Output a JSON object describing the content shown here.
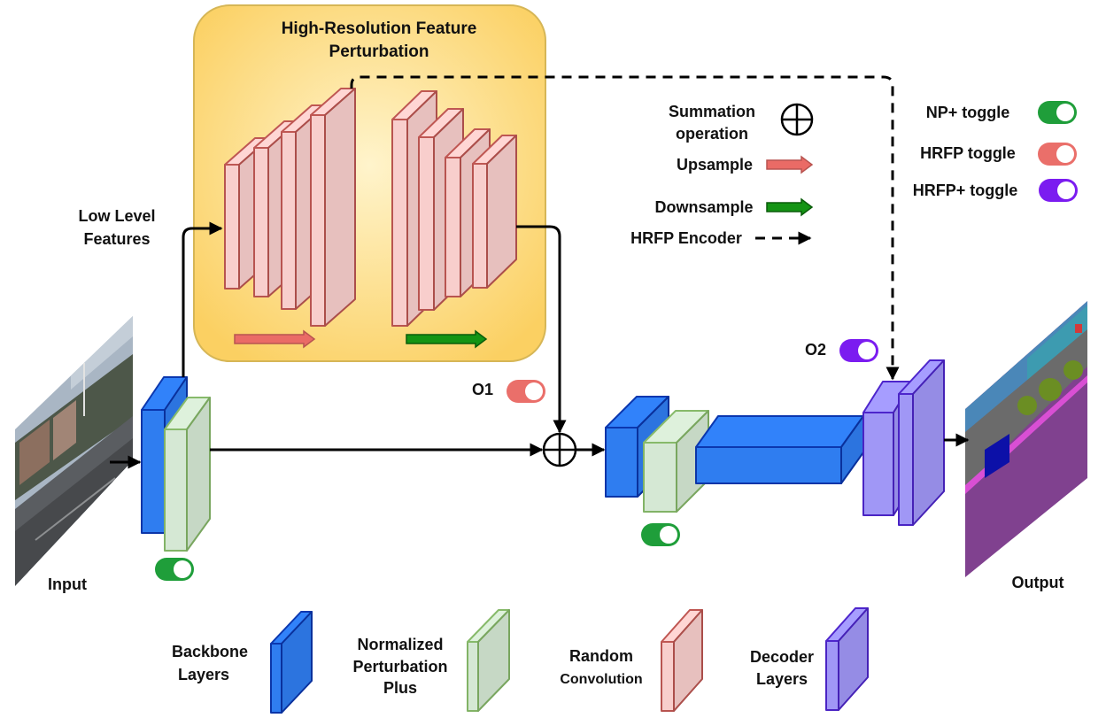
{
  "hrfp_module": {
    "title_line1": "High-Resolution Feature",
    "title_line2": "Perturbation"
  },
  "labels": {
    "low_level_line1": "Low Level",
    "low_level_line2": "Features",
    "input": "Input",
    "output": "Output",
    "o1": "O1",
    "o2": "O2"
  },
  "operation_legend": {
    "summation_line1": "Summation",
    "summation_line2": "operation",
    "upsample": "Upsample",
    "downsample": "Downsample",
    "hrfp_encoder": "HRFP Encoder"
  },
  "toggle_legend": [
    {
      "label": "NP+ toggle",
      "on": true,
      "color": "#1f9e3a"
    },
    {
      "label": "HRFP toggle",
      "on": true,
      "color": "#ea6f6a"
    },
    {
      "label": "HRFP+ toggle",
      "on": true,
      "color": "#7b1cf0"
    }
  ],
  "diagram_toggles": {
    "backbone_np_plus": {
      "on": true,
      "color": "#1f9e3a"
    },
    "decoder_np_plus": {
      "on": true,
      "color": "#1f9e3a"
    },
    "o1_hrfp": {
      "on": true,
      "color": "#ea6f6a"
    },
    "o2_hrfp_plus": {
      "on": true,
      "color": "#7b1cf0"
    }
  },
  "layer_legend": {
    "backbone_line1": "Backbone",
    "backbone_line2": "Layers",
    "npp_line1": "Normalized",
    "npp_line2": "Perturbation",
    "npp_line3": "Plus",
    "random_conv_line1": "Random",
    "random_conv_line2": "Convolution",
    "decoder_line1": "Decoder",
    "decoder_line2": "Layers"
  },
  "colors": {
    "backbone": "#2f7df0",
    "npp": "#d5e8d4",
    "random_conv": "#f8cecc",
    "decoder": "#a097f6",
    "hrfp_box": "#fbd062",
    "upsample_arrow": "#ea6b66",
    "downsample_arrow": "#149414"
  }
}
